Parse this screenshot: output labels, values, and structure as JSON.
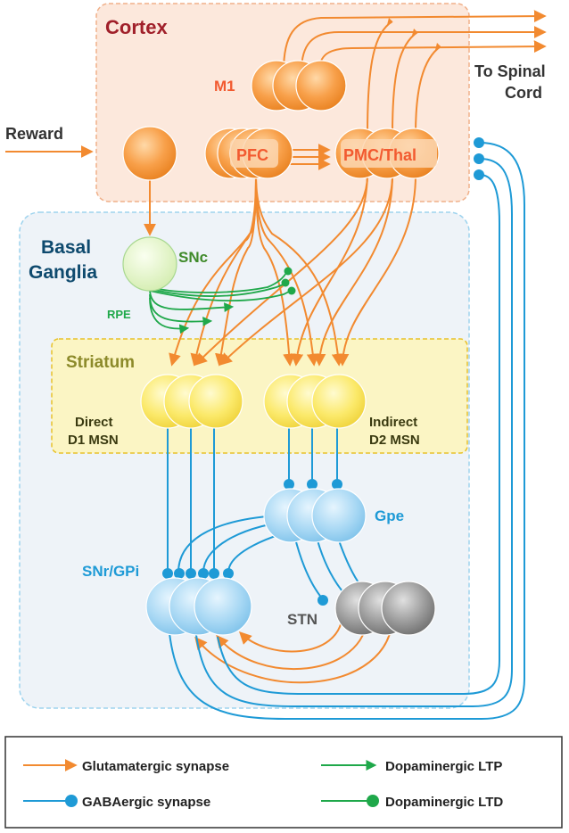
{
  "regions": {
    "cortex": "Cortex",
    "basal_ganglia": [
      "Basal",
      "Ganglia"
    ],
    "striatum": "Striatum"
  },
  "nodes": {
    "m1": "M1",
    "pfc": "PFC",
    "pmc_thal": "PMC/Thal",
    "snc": "SNc",
    "rpe": "RPE",
    "direct": [
      "Direct",
      "D1 MSN"
    ],
    "indirect": [
      "Indirect",
      "D2 MSN"
    ],
    "gpe": "Gpe",
    "snr_gpi": "SNr/GPi",
    "stn": "STN"
  },
  "inputs": {
    "reward": "Reward"
  },
  "outputs": {
    "spinal": [
      "To Spinal",
      "Cord"
    ]
  },
  "legend": {
    "glutamatergic": "Glutamatergic synapse",
    "gabaergic": "GABAergic synapse",
    "dopa_ltp": "Dopaminergic LTP",
    "dopa_ltd": "Dopaminergic LTD"
  },
  "colors": {
    "glutamate": "#F28A30",
    "gaba": "#1E9AD6",
    "dopamine": "#1FA84A",
    "cortex_label": "#A0202A",
    "bg_label": "#0E4A6E",
    "striatum_label": "#8C8A2A",
    "snc_label": "#3F8A2A",
    "node_text": "#F25A30"
  }
}
